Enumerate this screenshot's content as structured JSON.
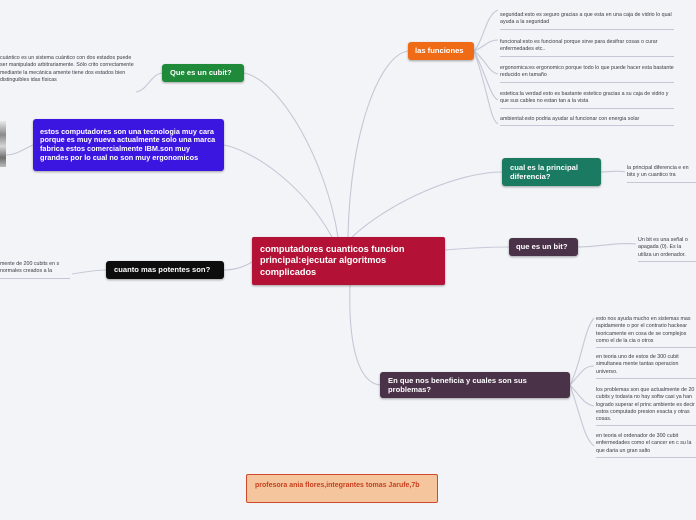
{
  "center": {
    "title": "computadores cuanticos funcion principal:ejecutar algoritmos complicados",
    "color": "#b31236"
  },
  "branches": {
    "funciones": {
      "label": "las funciones",
      "color": "#ef6b16",
      "items": [
        "seguridad:esto es seguro gracias a que esta en una caja de vidrio lo qual ayuda a la seguridad",
        "funcional:esto es funcional porque sirve para desifrar cosas o curar enfermedades etc..",
        "ergonomica:es ergonomico porque todo lo que puede hacer esta bastante reducido en tamaño",
        "estetica:la verdad esto es bastante estetico gracias a su caja de vidrio y que sus cables no estan tan a la vista",
        "ambiental:esto podria ayudar al funcionar con energia solar"
      ]
    },
    "diferencia": {
      "label": "cual es la principal diferencia?",
      "color": "#1b7a62",
      "text": "la principal diferencia e en bits y un cuantico tra"
    },
    "bit": {
      "label": "que es un bit?",
      "color": "#4a3348",
      "text": "Un bit es una señal o apagada (0). Es la utiliza un ordenador."
    },
    "beneficios": {
      "label": "En que nos beneficia y cuales son sus problemas?",
      "color": "#4a3348",
      "items": [
        "esto nos ayuda mucho en sistemas mas rapidamente o por el contrario hackear teoricamente en cosa de se complejos como el de la cia o otros",
        "en teoria uno de estos de 300 cubit simultanea mente tantas operacion universo.",
        "los problemas son que actualmente de 20 cubits y todavia no hay softw casi ya han logrado superar el princ ambiente es decir estos computado presion exacta y otras cosas.",
        "en teoria el ordenador de 300 cubit enfermedades como el cancer en c su la que daria un gran salto"
      ]
    },
    "qubit": {
      "label": "Que es un cubit?",
      "color": "#1f8a3a",
      "text": "cuántico es un sistema cuántico con dos estados puede ser manipulado arbitrariamente. Sólo crito correctamente mediante la mecánica amente tiene dos estados bien distinguibles idas físicas"
    },
    "ibm": {
      "text": "estos computadores son una tecnologia muy cara porque es muy nueva actualmente solo una marca fabrica estos comercialmente IBM.son muy grandes por lo cual no son muy ergonomicos",
      "color": "#3a16e0"
    },
    "potentes": {
      "label": "cuanto mas potentes son?",
      "color": "#0d0d0d",
      "text": "mente de 200 cubits en s normales creados a la"
    }
  },
  "credits": {
    "text": "profesora ania flores,integrantes tomas Jarufe,7b",
    "background": "#f5c59e",
    "border": "#cf4a2c"
  }
}
